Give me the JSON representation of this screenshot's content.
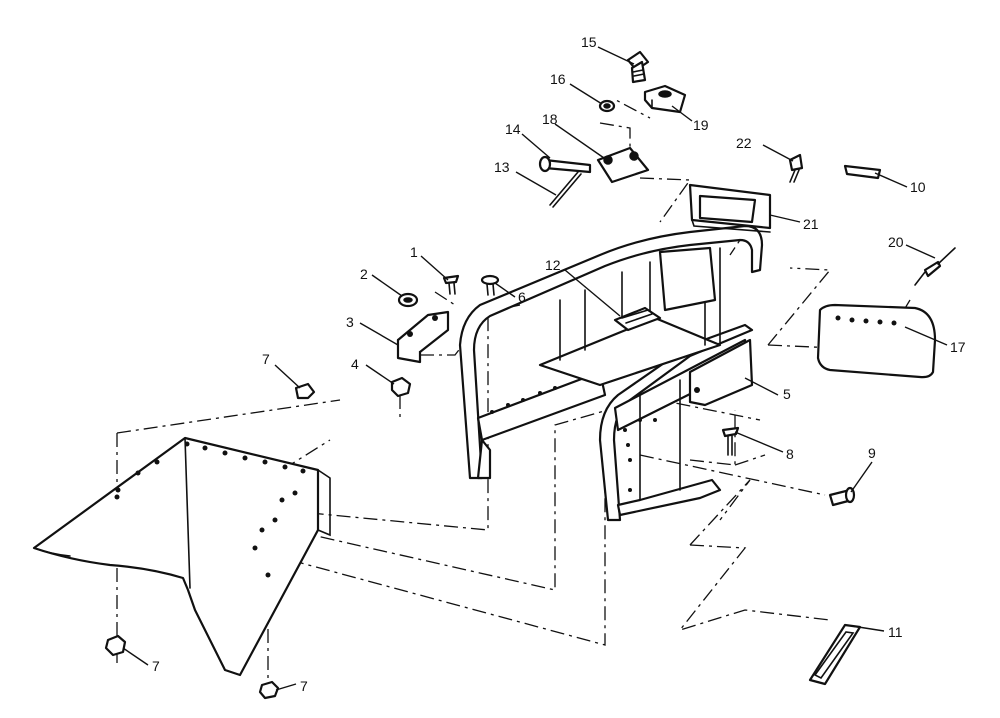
{
  "callouts": [
    {
      "id": "1",
      "text": "1"
    },
    {
      "id": "2",
      "text": "2"
    },
    {
      "id": "3",
      "text": "3"
    },
    {
      "id": "4",
      "text": "4"
    },
    {
      "id": "5",
      "text": "5"
    },
    {
      "id": "6",
      "text": "6"
    },
    {
      "id": "7a",
      "text": "7"
    },
    {
      "id": "7b",
      "text": "7"
    },
    {
      "id": "7c",
      "text": "7"
    },
    {
      "id": "8",
      "text": "8"
    },
    {
      "id": "9",
      "text": "9"
    },
    {
      "id": "10",
      "text": "10"
    },
    {
      "id": "11",
      "text": "11"
    },
    {
      "id": "12",
      "text": "12"
    },
    {
      "id": "13",
      "text": "13"
    },
    {
      "id": "14",
      "text": "14"
    },
    {
      "id": "15",
      "text": "15"
    },
    {
      "id": "16",
      "text": "16"
    },
    {
      "id": "17",
      "text": "17"
    },
    {
      "id": "18",
      "text": "18"
    },
    {
      "id": "19",
      "text": "19"
    },
    {
      "id": "20",
      "text": "20"
    },
    {
      "id": "21",
      "text": "21"
    },
    {
      "id": "22",
      "text": "22"
    }
  ],
  "style": {
    "ink": "#111111",
    "paper": "#ffffff"
  }
}
